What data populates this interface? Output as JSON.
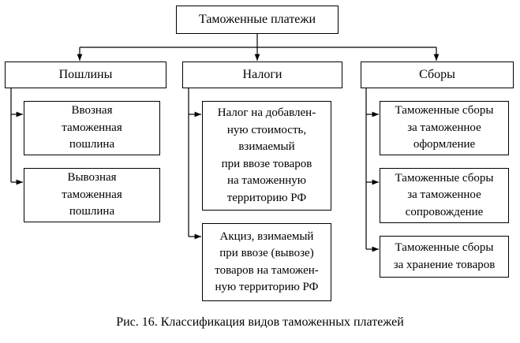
{
  "root": {
    "label": "Таможенные платежи"
  },
  "categories": [
    {
      "label": "Пошлины",
      "children": [
        [
          "Ввозная",
          "таможенная",
          "пошлина"
        ],
        [
          "Вывозная",
          "таможенная",
          "пошлина"
        ]
      ]
    },
    {
      "label": "Налоги",
      "children": [
        [
          "Налог на добавлен-",
          "ную стоимость,",
          "взимаемый",
          "при ввозе товаров",
          "на таможенную",
          "территорию РФ"
        ],
        [
          "Акциз, взимаемый",
          "при ввозе (вывозе)",
          "товаров на таможен-",
          "ную территорию РФ"
        ]
      ]
    },
    {
      "label": "Сборы",
      "children": [
        [
          "Таможенные сборы",
          "за таможенное",
          "оформление"
        ],
        [
          "Таможенные сборы",
          "за таможенное",
          "сопровождение"
        ],
        [
          "Таможенные сборы",
          "за хранение товаров"
        ]
      ]
    }
  ],
  "caption": "Рис. 16. Классификация видов таможенных платежей",
  "colors": {
    "line": "#000000",
    "background": "#ffffff",
    "text": "#000000"
  }
}
